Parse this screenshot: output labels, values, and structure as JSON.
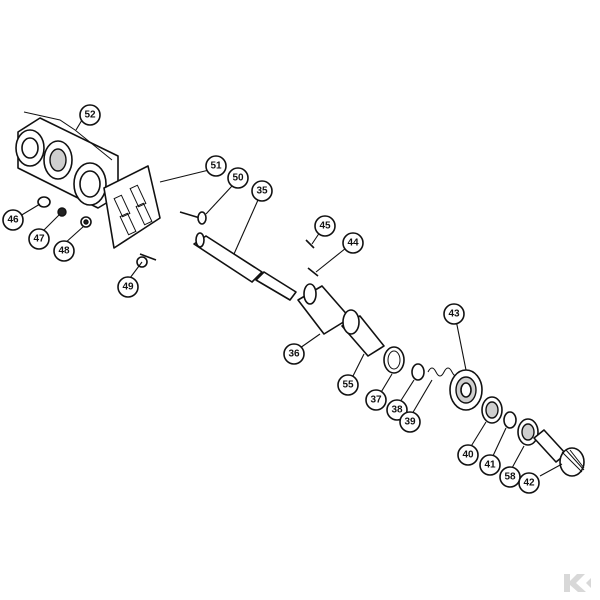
{
  "diagram": {
    "callouts": [
      {
        "id": "p52",
        "label": "52"
      },
      {
        "id": "p51",
        "label": "51"
      },
      {
        "id": "p50",
        "label": "50"
      },
      {
        "id": "p35",
        "label": "35"
      },
      {
        "id": "p46",
        "label": "46"
      },
      {
        "id": "p47",
        "label": "47"
      },
      {
        "id": "p48",
        "label": "48"
      },
      {
        "id": "p49",
        "label": "49"
      },
      {
        "id": "p45",
        "label": "45"
      },
      {
        "id": "p44",
        "label": "44"
      },
      {
        "id": "p43",
        "label": "43"
      },
      {
        "id": "p36",
        "label": "36"
      },
      {
        "id": "p55",
        "label": "55"
      },
      {
        "id": "p37",
        "label": "37"
      },
      {
        "id": "p38",
        "label": "38"
      },
      {
        "id": "p39",
        "label": "39"
      },
      {
        "id": "p40",
        "label": "40"
      },
      {
        "id": "p41",
        "label": "41"
      },
      {
        "id": "p58",
        "label": "58"
      },
      {
        "id": "p42",
        "label": "42"
      }
    ]
  },
  "colors": {
    "line": "#111111",
    "background": "#ffffff",
    "logo": "#d8d8d8"
  },
  "logo": {
    "icon": "brand-k-icon"
  }
}
